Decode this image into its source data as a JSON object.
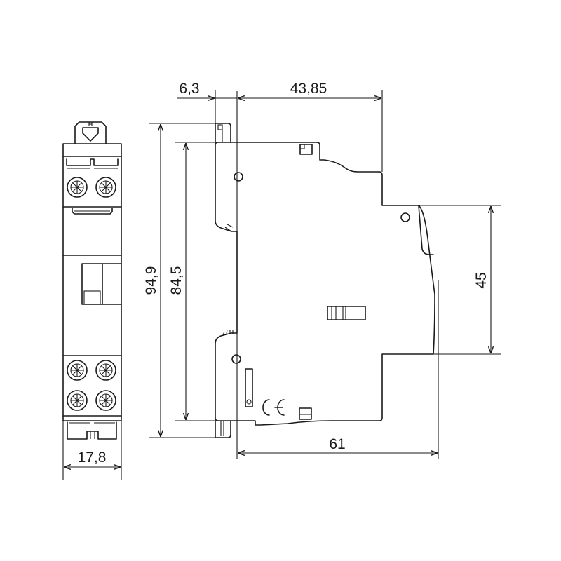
{
  "drawing": {
    "type": "dimensional-drawing",
    "subject": "modular DIN-rail device, front and side view",
    "units": "mm",
    "line_color": "#1a1a1a",
    "background": "#ffffff"
  },
  "front_view": {
    "width_label": "17,8",
    "terminals_top": 2,
    "terminals_bottom": 4
  },
  "side_view": {
    "dimensions": {
      "rail_clip_depth": "6,3",
      "body_depth_upper": "43,85",
      "total_height": "94,9",
      "body_height": "84,5",
      "front_face_height": "45",
      "total_depth": "61"
    },
    "marking": "CE"
  }
}
